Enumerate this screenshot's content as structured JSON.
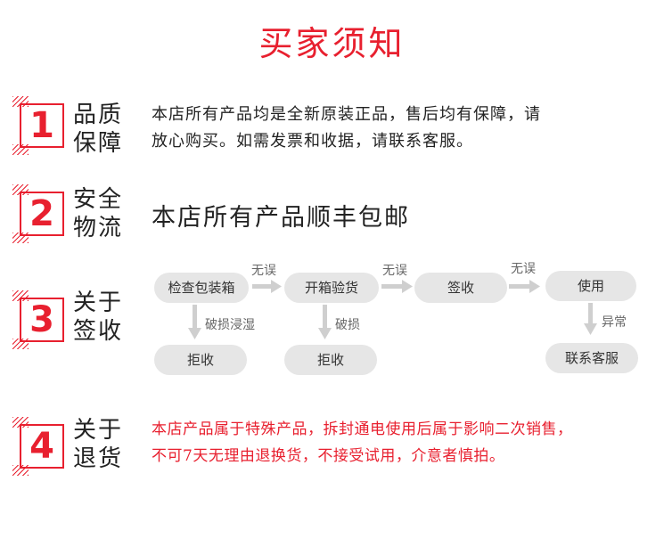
{
  "title": "买家须知",
  "sections": [
    {
      "number": "1",
      "heading_line1": "品质",
      "heading_line2": "保障",
      "text_line1": "本店所有产品均是全新原装正品，售后均有保障，请",
      "text_line2": "放心购买。如需发票和收据，请联系客服。"
    },
    {
      "number": "2",
      "heading_line1": "安全",
      "heading_line2": "物流",
      "text": "本店所有产品顺丰包邮"
    },
    {
      "number": "3",
      "heading_line1": "关于",
      "heading_line2": "签收"
    },
    {
      "number": "4",
      "heading_line1": "关于",
      "heading_line2": "退货",
      "text_line1": "本店产品属于特殊产品，拆封通电使用后属于影响二次销售，",
      "text_line2": "不可7天无理由退换货，不接受试用，介意者慎拍。"
    }
  ],
  "flow": {
    "step1": "检查包装箱",
    "step2": "开箱验货",
    "step3": "签收",
    "step4": "使用",
    "ok_label": "无误",
    "damaged_wet": "破损浸湿",
    "damaged": "破损",
    "abnormal": "异常",
    "reject1": "拒收",
    "reject2": "拒收",
    "contact": "联系客服"
  },
  "colors": {
    "accent": "#e8202f",
    "pill": "#e6e6e6",
    "arrow": "#cfcfcf"
  }
}
